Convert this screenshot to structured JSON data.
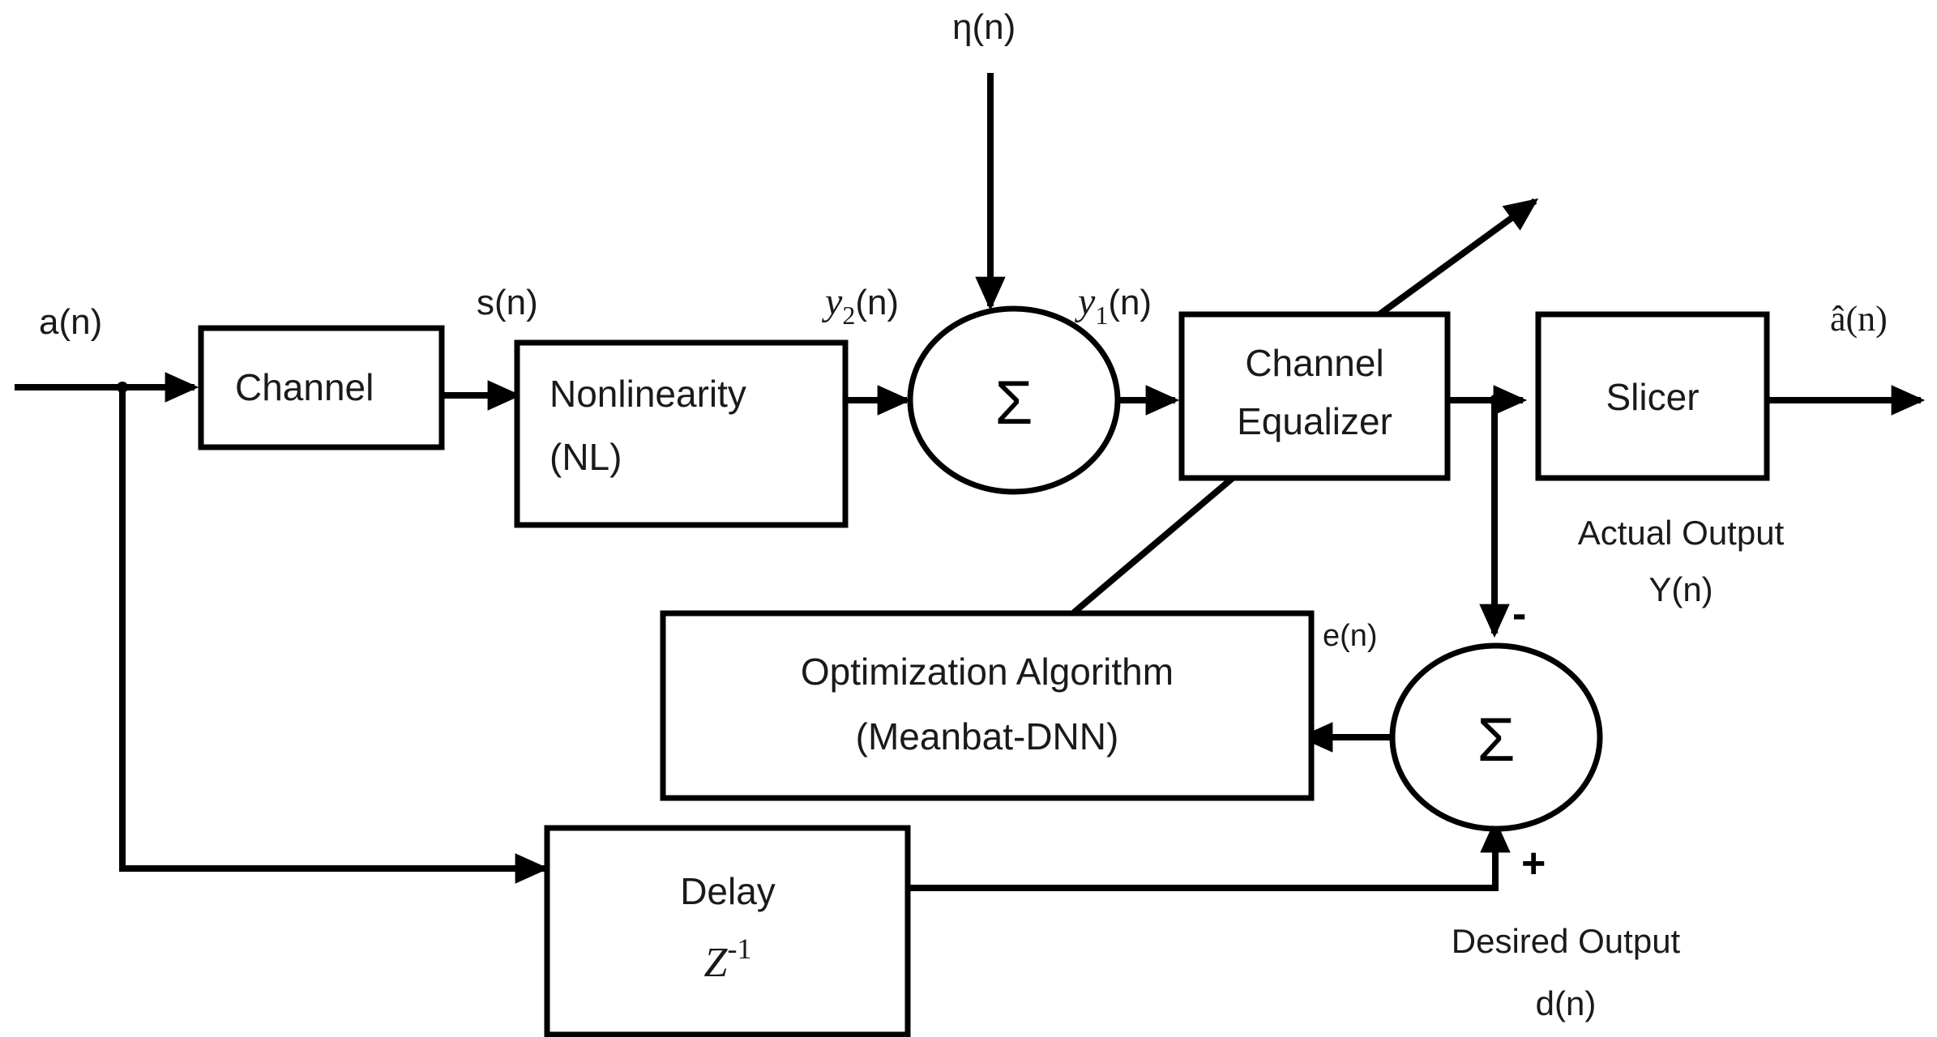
{
  "diagram": {
    "title": "Adaptive channel equalizer block diagram",
    "background_color": "#ffffff",
    "line_color": "#000000",
    "text_color": "#1a1a1a",
    "blocks": [
      {
        "id": "channel",
        "label": "Channel"
      },
      {
        "id": "nonlinearity",
        "label_line1": "Nonlinearity",
        "label_line2": "(NL)"
      },
      {
        "id": "equalizer",
        "label_line1": "Channel",
        "label_line2": "Equalizer"
      },
      {
        "id": "slicer",
        "label": "Slicer"
      },
      {
        "id": "optimization",
        "label_line1": "Optimization Algorithm",
        "label_line2": "(Meanbat-DNN)"
      },
      {
        "id": "delay",
        "label_line1": "Delay",
        "label_line2_base": "Z",
        "label_line2_exp": "-1"
      }
    ],
    "adders": [
      {
        "id": "adder-top",
        "symbol": "Σ"
      },
      {
        "id": "adder-bottom",
        "symbol": "Σ"
      }
    ],
    "signals": {
      "input": "a(n)",
      "channel_out": "s(n)",
      "nl_out_base": "y",
      "nl_out_sub": "2",
      "nl_out_tail": "(n)",
      "noise": "η(n)",
      "adder_out_base": "y",
      "adder_out_sub": "1",
      "adder_out_tail": "(n)",
      "slicer_out": "â(n)",
      "error": "e(n)"
    },
    "annotations": {
      "actual_output_label": "Actual Output",
      "actual_output_value": "Y(n)",
      "desired_output_label": "Desired Output",
      "desired_output_value": "d(n)",
      "minus_sign": "-",
      "plus_sign": "+"
    }
  }
}
